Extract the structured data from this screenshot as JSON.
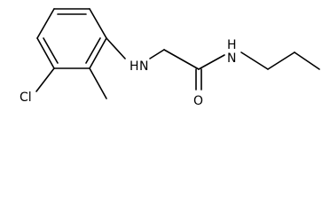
{
  "molecule": {
    "atoms": {
      "chlorine": "Cl",
      "amine_nh": "H",
      "amine_n": "N",
      "amide_nh": "H",
      "amide_n": "N",
      "carbonyl_o": "O"
    }
  }
}
